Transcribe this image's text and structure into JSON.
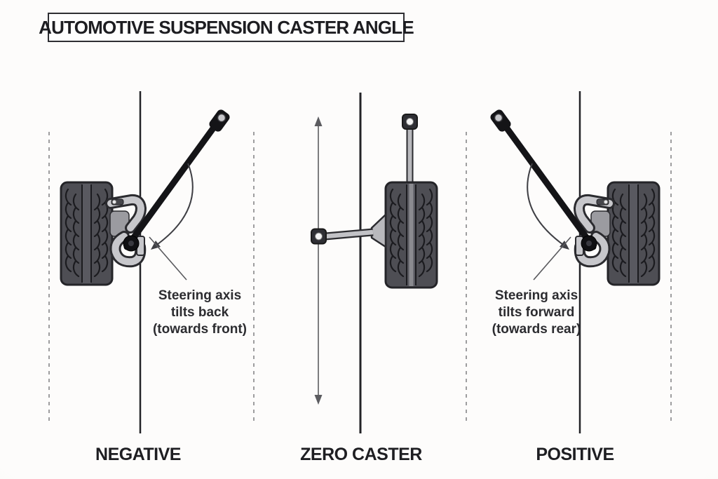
{
  "title": "AUTOMOTIVE SUSPENSION CASTER ANGLE",
  "panels": [
    {
      "id": "negative",
      "label": "NEGATIVE"
    },
    {
      "id": "zero",
      "label": "ZERO CASTER"
    },
    {
      "id": "positive",
      "label": "POSITIVE"
    }
  ],
  "captions": [
    {
      "side": "left",
      "lines": [
        "Steering axis",
        "tilts back",
        "(towards front)"
      ]
    },
    {
      "side": "right",
      "lines": [
        "Steering axis",
        "tilts forward",
        "(towards rear)"
      ]
    }
  ],
  "colors": {
    "background": "#fdfcfb",
    "background_edge": "#efeeec",
    "ink": "#232327",
    "tire_fill": "#4e4e54",
    "tire_stroke": "#242428",
    "tread": "#1b1b1f",
    "metal_light": "#c7c7cb",
    "metal_mid": "#9b9ba0",
    "metal_dark": "#3c3c41",
    "rod": "#141417",
    "dashed_line": "#8d8d8f",
    "arrow_gray": "#5c5c60",
    "text": "#26262a"
  }
}
